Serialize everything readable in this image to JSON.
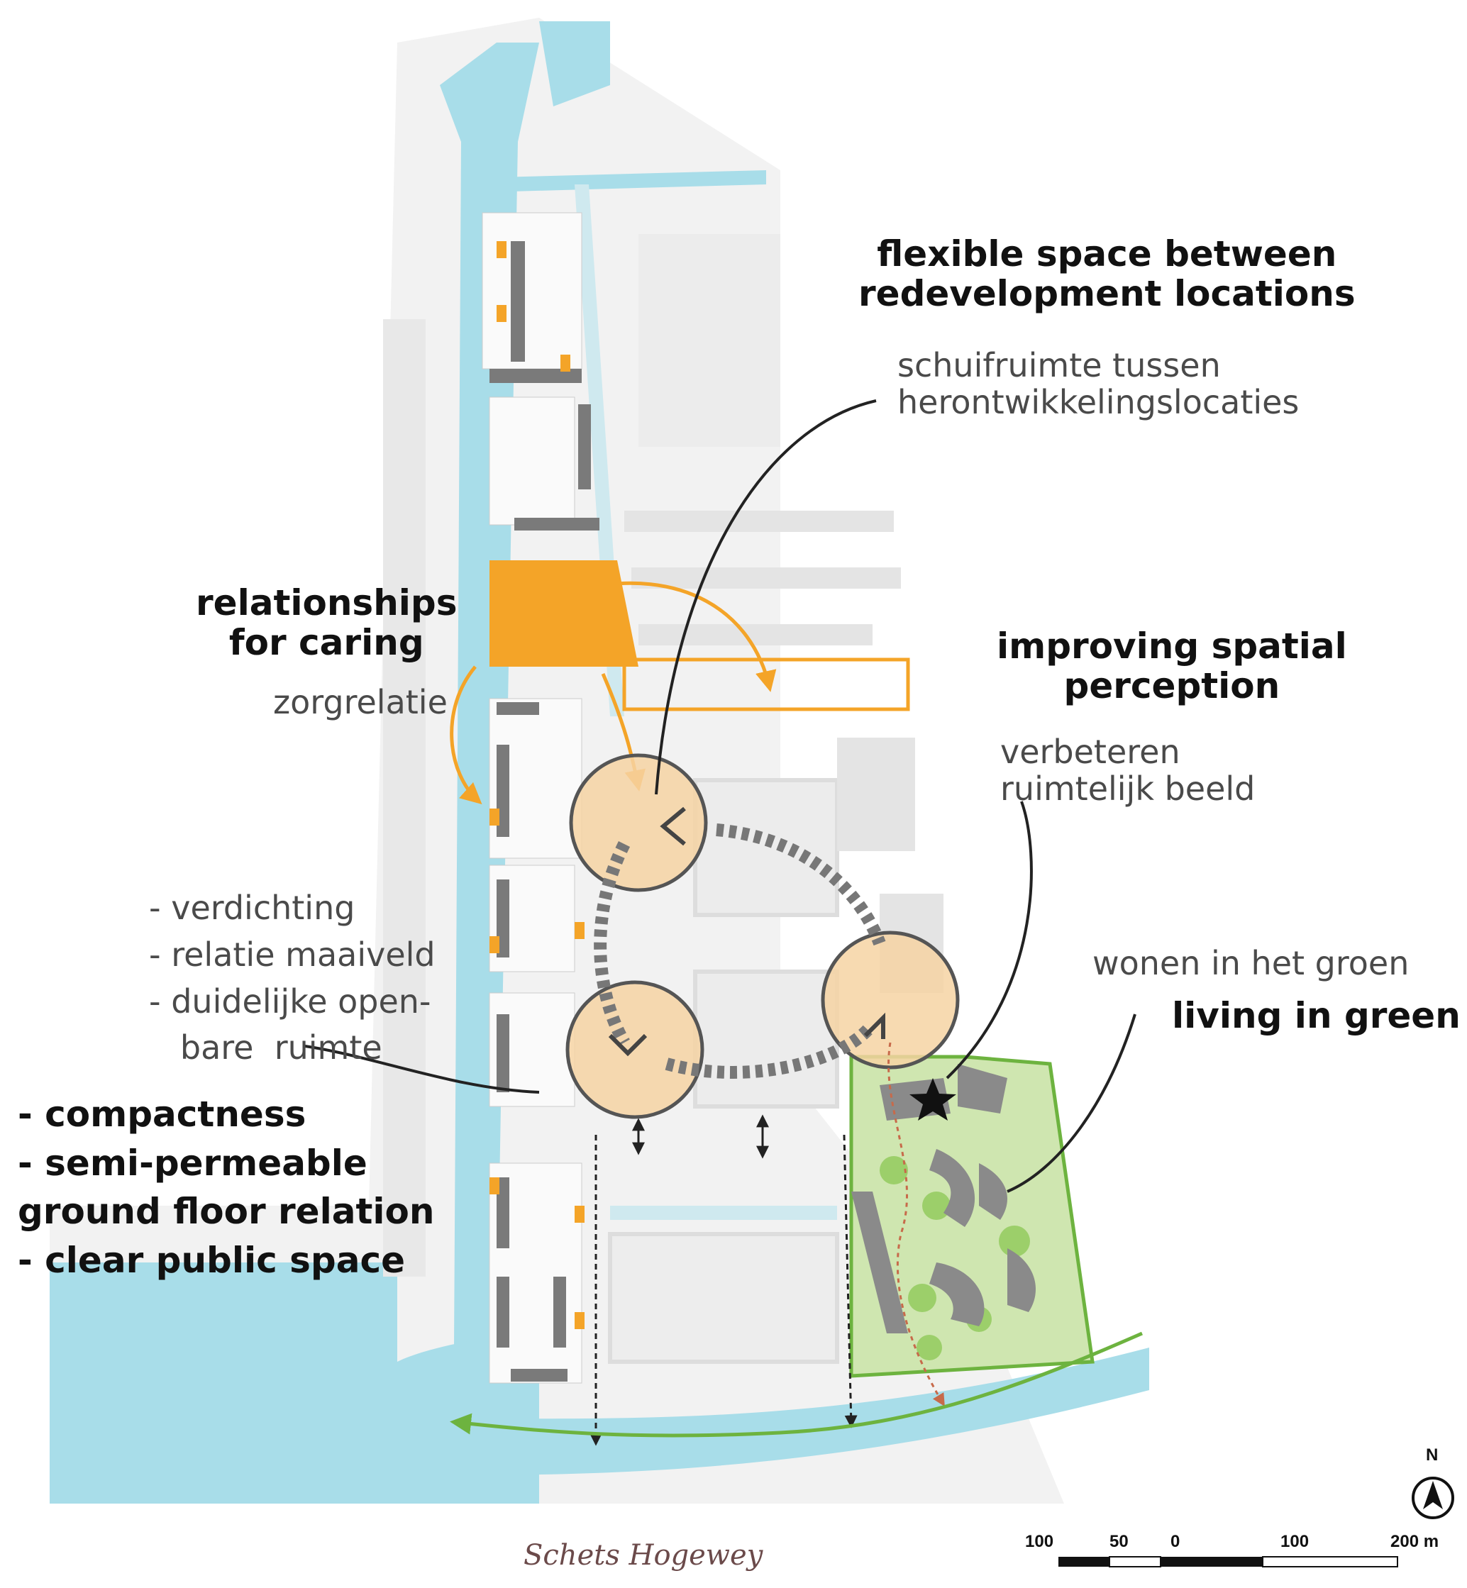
{
  "labels": {
    "flexible_en": "flexible space between\nredevelopment locations",
    "flexible_nl": "schuifruimte tussen\nherontwikkelingslocaties",
    "relationships_en": "relationships\nfor caring",
    "relationships_nl": "zorgrelatie",
    "improving_en": "improving spatial\nperception",
    "improving_nl": "verbeteren\nruimtelijk beeld",
    "density_nl": "- verdichting\n- relatie maaiveld\n- duidelijke open-\n   bare  ruimte",
    "density_en": "- compactness\n- semi-permeable\nground floor relation\n- clear public space",
    "green_nl": "wonen in het groen",
    "green_en": "living in green"
  },
  "caption": "Schets Hogewey",
  "scale_bar": {
    "ticks": [
      "100",
      "50",
      "0",
      "100",
      "200 m"
    ]
  },
  "north_arrow": {
    "label": "N"
  },
  "colors": {
    "water": "#a8dde9",
    "orange": "#f4a428",
    "circle_fill": "#f6d4a3",
    "circle_stroke": "#555555",
    "green_area": "#cfe6b0",
    "green_line": "#6db33f",
    "building": "#7a7a7a",
    "block_gray": "#e6e6e6"
  },
  "icons": [
    "north-arrow-icon",
    "star-icon"
  ]
}
